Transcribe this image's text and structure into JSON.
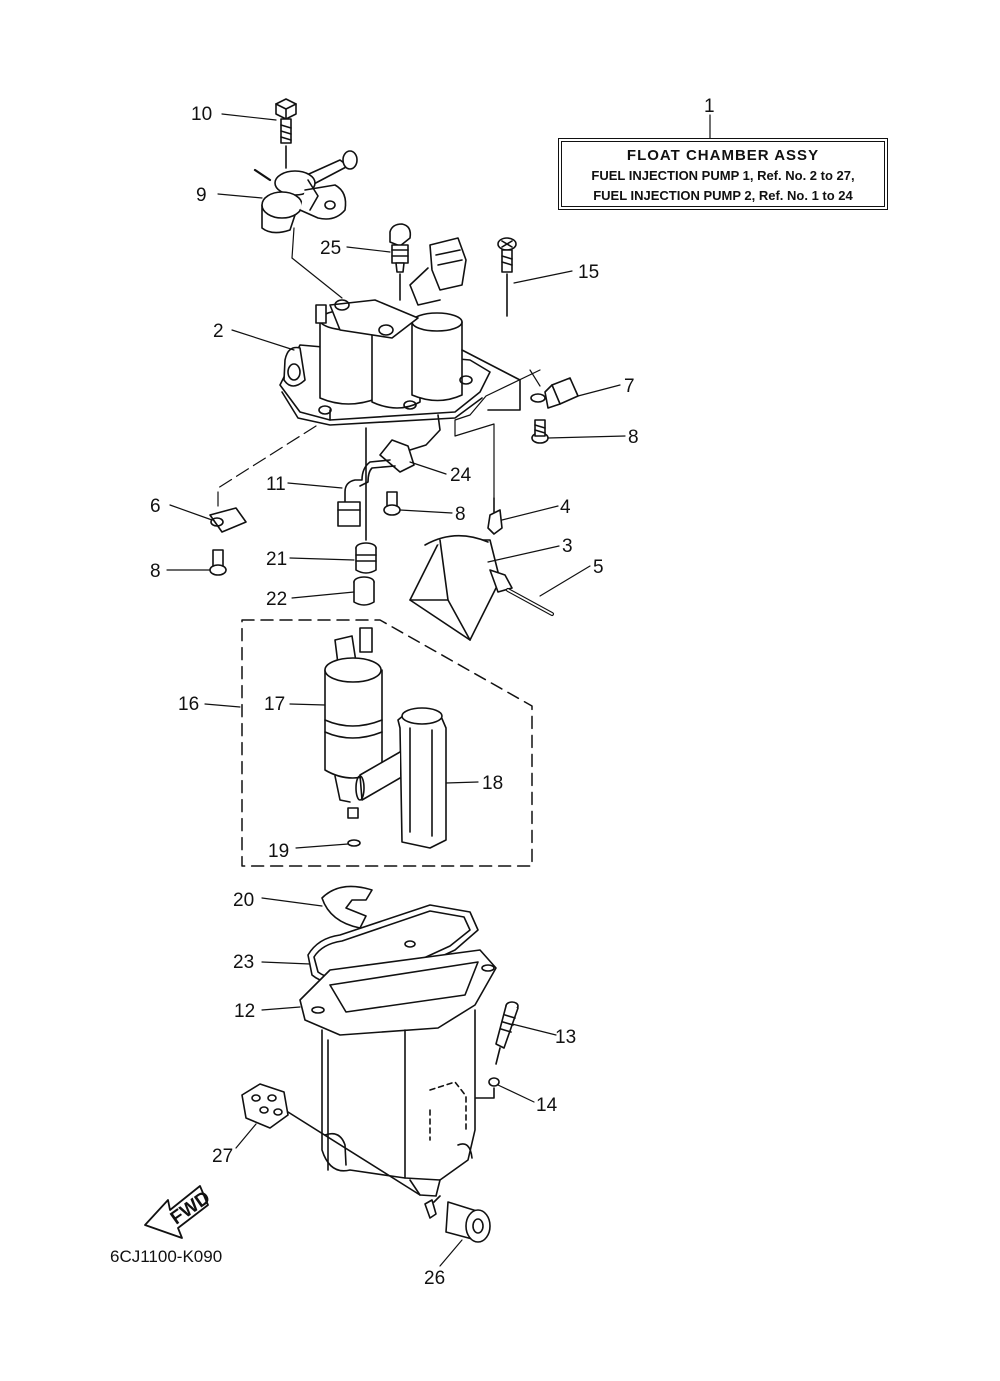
{
  "legend": {
    "title": "FLOAT CHAMBER ASSY",
    "lines": [
      "FUEL INJECTION PUMP 1,  Ref. No. 2 to 27,",
      "FUEL INJECTION PUMP 2,  Ref. No. 1 to 24"
    ]
  },
  "diagram_code": "6CJ1100-K090",
  "fwd_label": "FWD",
  "callouts": {
    "c1": "1",
    "c2": "2",
    "c3": "3",
    "c4": "4",
    "c5": "5",
    "c6": "6",
    "c7": "7",
    "c8a": "8",
    "c8b": "8",
    "c8c": "8",
    "c9": "9",
    "c10": "10",
    "c11": "11",
    "c12": "12",
    "c13": "13",
    "c14": "14",
    "c15": "15",
    "c16": "16",
    "c17": "17",
    "c18": "18",
    "c19": "19",
    "c20": "20",
    "c21": "21",
    "c22": "22",
    "c23": "23",
    "c24": "24",
    "c25": "25",
    "c26": "26",
    "c27": "27"
  }
}
